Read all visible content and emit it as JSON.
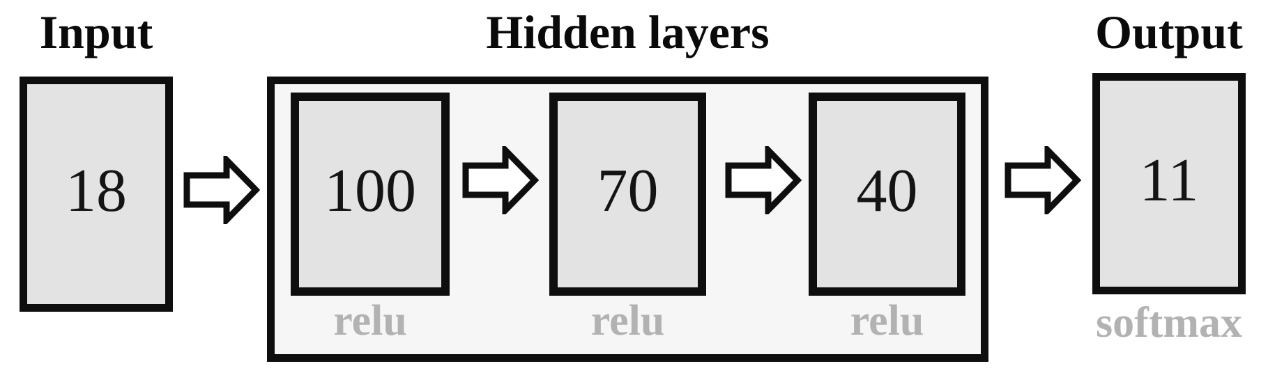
{
  "diagram": {
    "type": "neural-network-architecture",
    "input": {
      "title": "Input",
      "units": "18"
    },
    "hidden": {
      "title": "Hidden layers",
      "layers": [
        {
          "units": "100",
          "activation": "relu"
        },
        {
          "units": "70",
          "activation": "relu"
        },
        {
          "units": "40",
          "activation": "relu"
        }
      ]
    },
    "output": {
      "title": "Output",
      "units": "11",
      "activation": "softmax"
    },
    "arrows": {
      "count": 4,
      "direction": "right"
    },
    "colors": {
      "border": "#0e0e0e",
      "box_fill": "#e3e3e3",
      "container_fill": "#f6f6f6",
      "activation_text": "#b2b2b2",
      "page_bg": "#ffffff"
    }
  }
}
